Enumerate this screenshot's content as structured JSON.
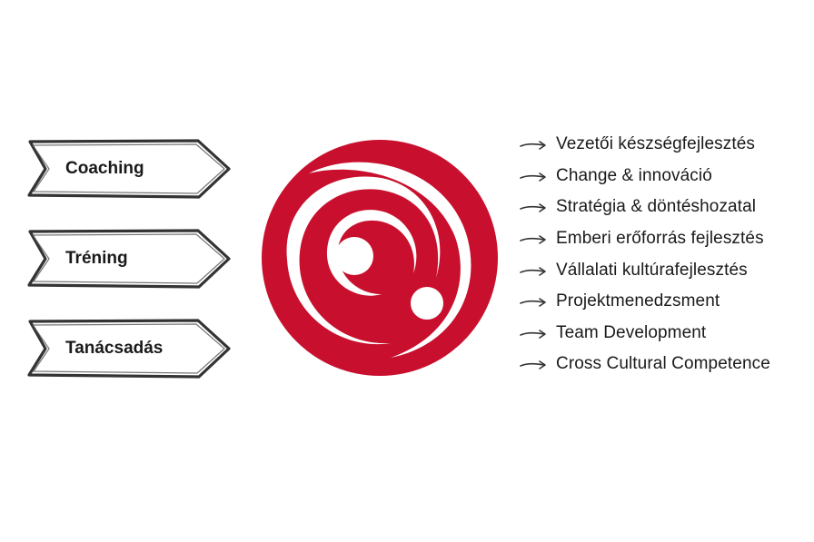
{
  "tags": [
    {
      "label": "Coaching"
    },
    {
      "label": "Tréning"
    },
    {
      "label": "Tanácsadás"
    }
  ],
  "services": [
    {
      "label": "Vezetői készségfejlesztés"
    },
    {
      "label": "Change & innováció"
    },
    {
      "label": "Stratégia & döntéshozatal"
    },
    {
      "label": "Emberi erőforrás fejlesztés"
    },
    {
      "label": "Vállalati kultúrafejlesztés"
    },
    {
      "label": "Projektmenedzsment"
    },
    {
      "label": "Team Development"
    },
    {
      "label": "Cross Cultural Competence"
    }
  ],
  "colors": {
    "logo_red": "#c8102e",
    "outline": "#333333",
    "text": "#1a1a1a"
  },
  "icons": {
    "tag_shape": "hand-drawn-arrow-tag",
    "bullet": "hand-drawn-arrow-icon",
    "logo": "swirl-circle-logo"
  }
}
